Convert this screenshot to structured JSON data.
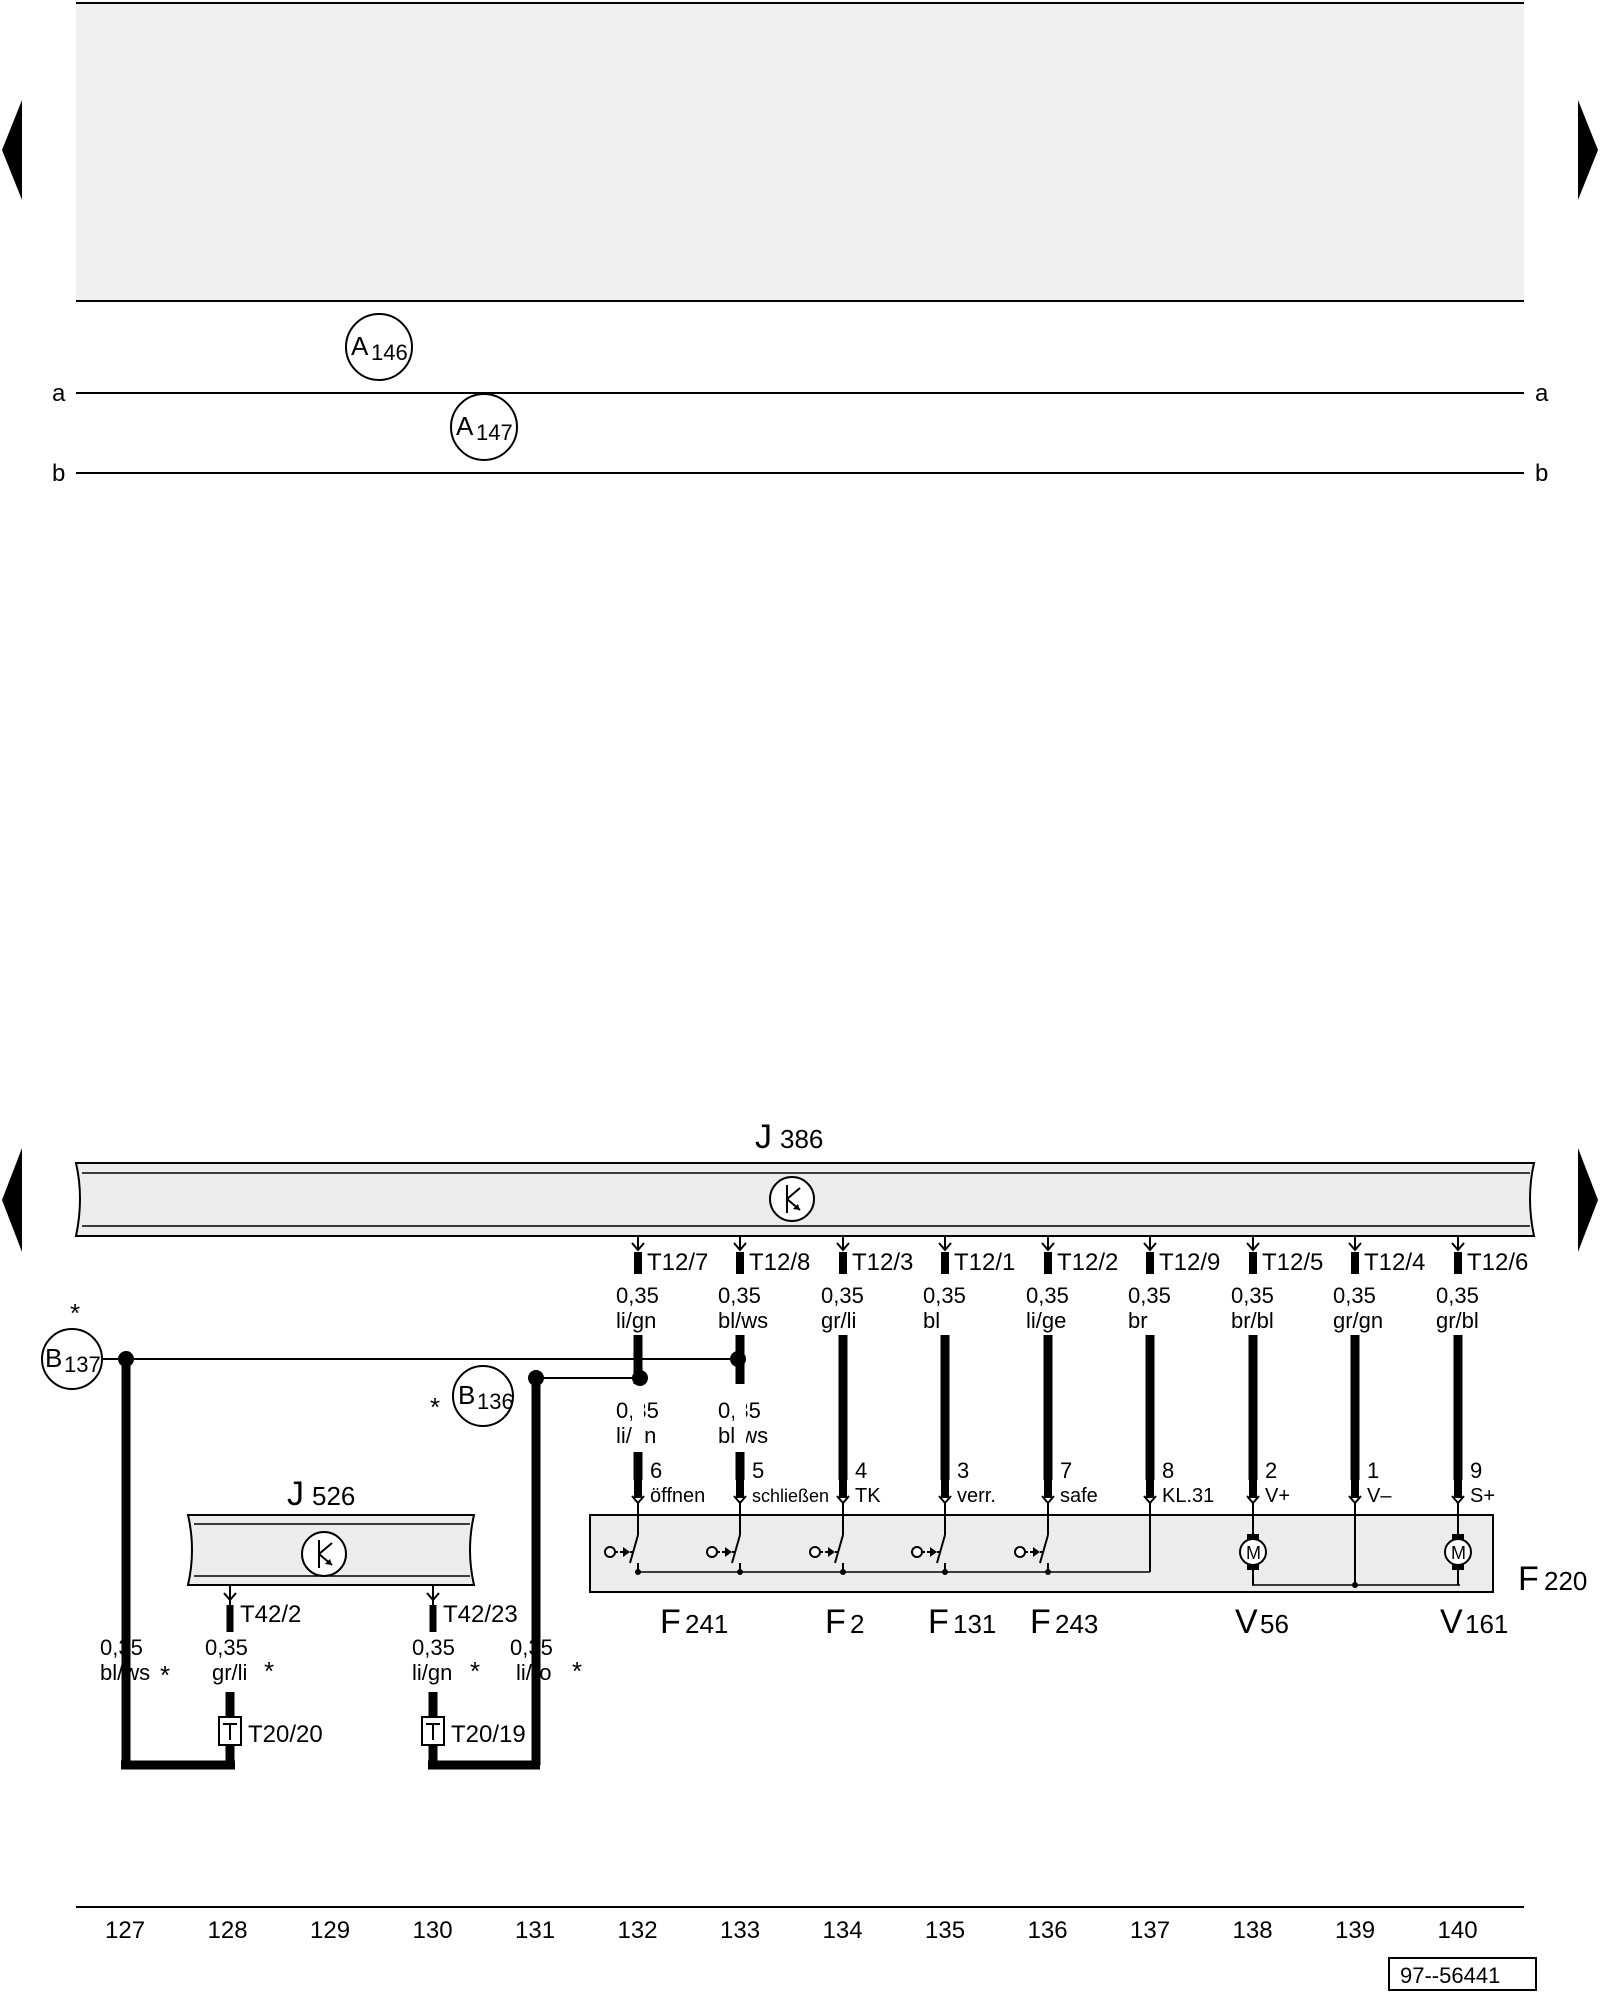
{
  "nav": {
    "left_arrow_icon": "triangle-left-icon",
    "right_arrow_icon": "triangle-right-icon"
  },
  "top": {
    "rails": [
      {
        "label": "a"
      },
      {
        "label": "b"
      }
    ],
    "connectors": [
      {
        "letter": "A",
        "num": "146"
      },
      {
        "letter": "A",
        "num": "147"
      }
    ]
  },
  "j386": {
    "letter": "J",
    "num": "386",
    "pins": [
      {
        "pin": "T12/7",
        "size": "0,35",
        "color": "li/gn",
        "lsize": "0,35",
        "lcolor": "li/gn",
        "num": "6",
        "func": "öffnen"
      },
      {
        "pin": "T12/8",
        "size": "0,35",
        "color": "bl/ws",
        "lsize": "0,35",
        "lcolor": "bl/ws",
        "num": "5",
        "func": "schließen"
      },
      {
        "pin": "T12/3",
        "size": "0,35",
        "color": "gr/li",
        "num": "4",
        "func": "TK"
      },
      {
        "pin": "T12/1",
        "size": "0,35",
        "color": "bl",
        "num": "3",
        "func": "verr."
      },
      {
        "pin": "T12/2",
        "size": "0,35",
        "color": "li/ge",
        "num": "7",
        "func": "safe"
      },
      {
        "pin": "T12/9",
        "size": "0,35",
        "color": "br",
        "num": "8",
        "func": "KL.31"
      },
      {
        "pin": "T12/5",
        "size": "0,35",
        "color": "br/bl",
        "num": "2",
        "func": "V+"
      },
      {
        "pin": "T12/4",
        "size": "0,35",
        "color": "gr/gn",
        "num": "1",
        "func": "V–"
      },
      {
        "pin": "T12/6",
        "size": "0,35",
        "color": "gr/bl",
        "num": "9",
        "func": "S+"
      }
    ]
  },
  "f220": {
    "letter": "F",
    "num": "220",
    "parts": [
      {
        "letter": "F",
        "num": "241"
      },
      {
        "letter": "F",
        "num": "2"
      },
      {
        "letter": "F",
        "num": "131"
      },
      {
        "letter": "F",
        "num": "243"
      },
      {
        "letter": "V",
        "num": "56"
      },
      {
        "letter": "V",
        "num": "161"
      }
    ],
    "motor_symbol": "M"
  },
  "connectors_bottom": [
    {
      "letter": "B",
      "num": "137",
      "star": "*"
    },
    {
      "letter": "B",
      "num": "136",
      "star": "*"
    }
  ],
  "j526": {
    "letter": "J",
    "num": "526",
    "pins": [
      {
        "pin": "T42/2"
      },
      {
        "pin": "T42/23"
      }
    ]
  },
  "left_wires": [
    {
      "size": "0,35",
      "color": "bl/ws",
      "star": "*"
    },
    {
      "size": "0,35",
      "color": "gr/li",
      "star": "*"
    },
    {
      "size": "0,35",
      "color": "li/gn",
      "star": "*"
    },
    {
      "size": "0,35",
      "color": "li/ro",
      "star": "*"
    }
  ],
  "plugs": [
    {
      "label": "T20/20"
    },
    {
      "label": "T20/19"
    }
  ],
  "tracks": [
    "127",
    "128",
    "129",
    "130",
    "131",
    "132",
    "133",
    "134",
    "135",
    "136",
    "137",
    "138",
    "139",
    "140"
  ],
  "ref": "97--56441"
}
